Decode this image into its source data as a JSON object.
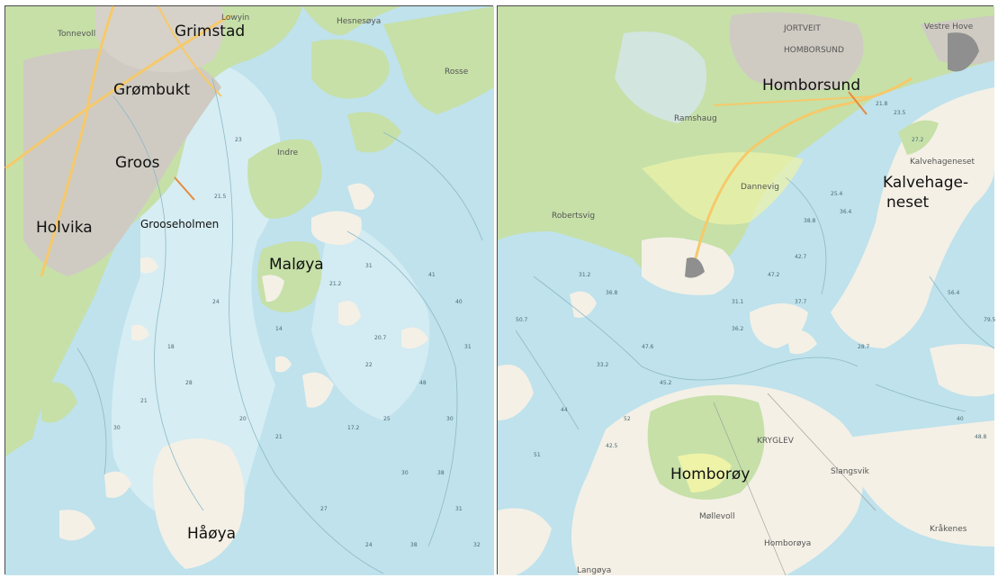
{
  "colors": {
    "sea": "#bfe2ec",
    "shallow": "#d8eef4",
    "forest": "#c6e0a8",
    "field": "#eef3a8",
    "bare_land": "#f4f0e6",
    "urban": "#cfcbc2",
    "road": "#f6c96a",
    "contour": "#8db9c6",
    "border": "#4a4a4a"
  },
  "left_map": {
    "labels": {
      "grimstad": "Grimstad",
      "grombukt": "Grømbukt",
      "groos": "Groos",
      "holvika": "Holvika",
      "grooseholmen": "Grooseholmen",
      "maloya": "Maløya",
      "haoya": "Håøya"
    },
    "small_labels": {
      "lowyin": "Lowyin",
      "tonnevoll": "Tonnevoll",
      "hesnes": "Hesnesøya",
      "rosse": "Rosse",
      "indre": "Indre"
    },
    "depths": [
      "21.5",
      "23",
      "14",
      "31",
      "41",
      "40",
      "48",
      "31",
      "28",
      "24",
      "21.2",
      "22",
      "25",
      "30",
      "17.2",
      "20.7",
      "18",
      "30",
      "38",
      "31",
      "21",
      "27",
      "24",
      "20",
      "38",
      "32",
      "21",
      "30"
    ]
  },
  "right_map": {
    "labels": {
      "homborsund": "Homborsund",
      "kalvehageneset_line1": "Kalvehage-",
      "kalvehageneset_line2": "neset",
      "homboroy": "Homborøy"
    },
    "small_labels": {
      "jortveit": "JORTVEIT",
      "homborsund_caps": "HOMBORSUND",
      "ramshaug": "Ramshaug",
      "dannevig": "Dannevig",
      "robertsvig": "Robertsvig",
      "kalvehageneset_small": "Kalvehageneset",
      "kryglev": "KRYGLEV",
      "slangsvik": "Slangsvik",
      "mollevoll": "Møllevoll",
      "homboroya": "Homborøya",
      "krakenes": "Kråkenes",
      "langoya": "Langøya",
      "hove": "Vestre Hove"
    },
    "depths": [
      "21.8",
      "23.5",
      "27.2",
      "25.4",
      "38.8",
      "36.4",
      "42.7",
      "47.2",
      "31.2",
      "36.8",
      "50.7",
      "33.2",
      "47.6",
      "45.2",
      "52",
      "44",
      "42.5",
      "51",
      "36.2",
      "28.7",
      "79.5",
      "56.4",
      "40",
      "48.8",
      "37.7",
      "31.1"
    ]
  }
}
